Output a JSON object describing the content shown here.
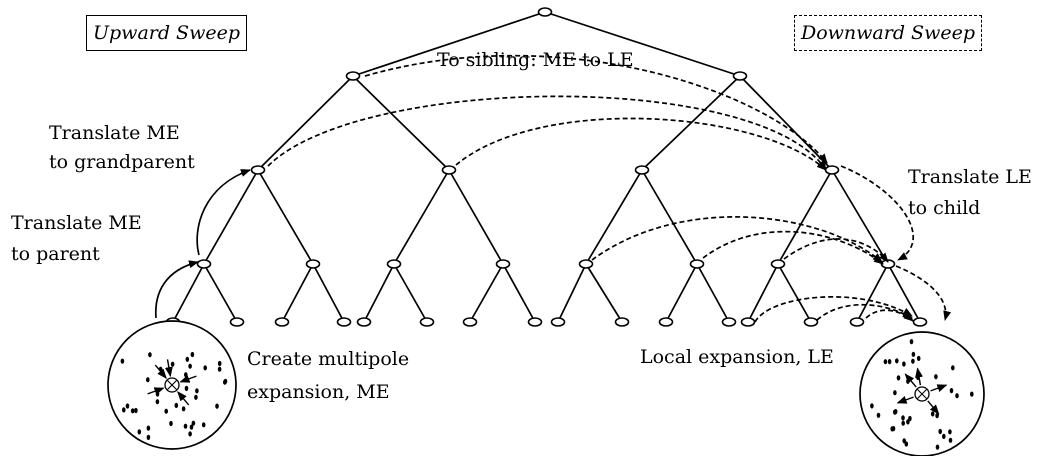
{
  "legend": {
    "upward": "Upward Sweep",
    "downward": "Downward Sweep"
  },
  "labels": {
    "sibling": "To sibling: ME to LE",
    "translate_me_grandparent": [
      "Translate ME",
      "to grandparent"
    ],
    "translate_me_parent": [
      "Translate ME",
      "to parent"
    ],
    "translate_le_child": [
      "Translate LE",
      "to child"
    ],
    "create_me": [
      "Create multipole",
      "expansion, ME"
    ],
    "local_expansion": "Local expansion, LE"
  },
  "colors": {
    "stroke": "#000000",
    "background": "#ffffff"
  }
}
